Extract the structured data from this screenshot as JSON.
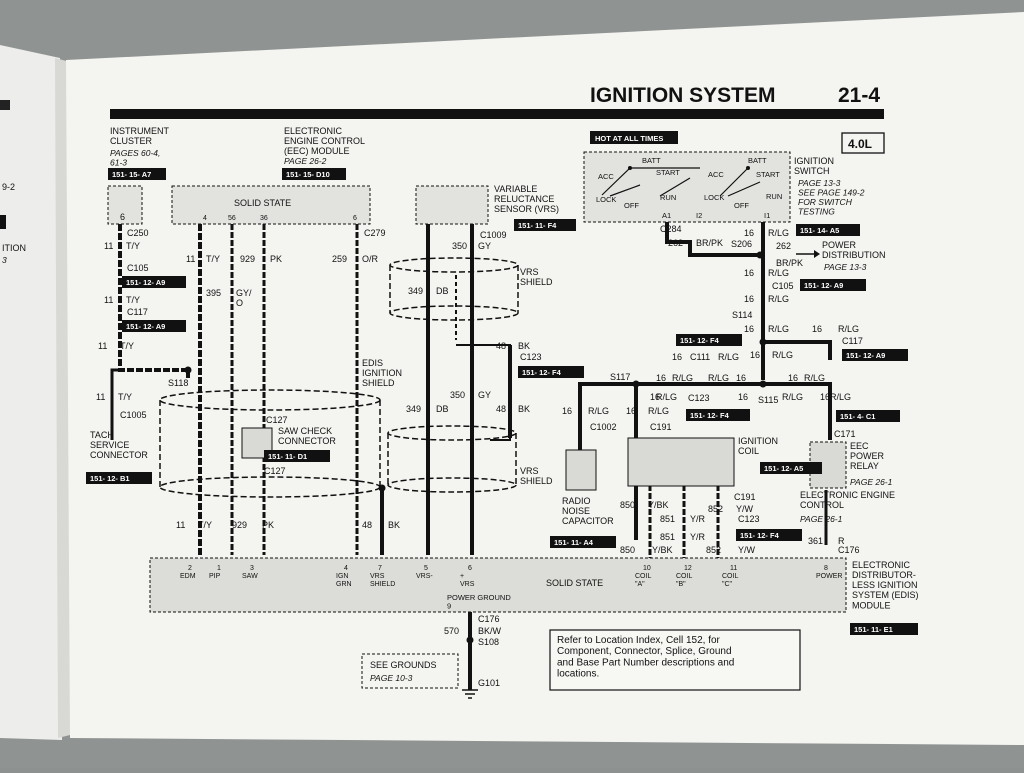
{
  "header": {
    "title": "IGNITION SYSTEM",
    "page": "21-4",
    "engine": "4.0L"
  },
  "hot_label": "HOT AT ALL TIMES",
  "components": {
    "instrument_cluster": {
      "name": "INSTRUMENT\nCLUSTER",
      "ref": "PAGES 60-4,\n61-3",
      "tag": "151- 15- A7"
    },
    "eec_module": {
      "name": "ELECTRONIC\nENGINE CONTROL\n(EEC) MODULE",
      "ref": "PAGE 26-2",
      "tag": "151- 15- D10",
      "body": "SOLID STATE"
    },
    "vrs": {
      "name": "VARIABLE\nRELUCTANCE\nSENSOR (VRS)",
      "tag": "151- 11- F4"
    },
    "ignition_switch": {
      "name": "IGNITION\nSWITCH",
      "ref": "PAGE 13-3\nSEE PAGE 149-2\nFOR SWITCH\nTESTING",
      "tag": "151- 14- A5"
    },
    "power_distribution": {
      "name": "POWER\nDISTRIBUTION",
      "ref": "PAGE 13-3"
    },
    "edis_module": {
      "name": "ELECTRONIC\nDISTRIBUTOR-\nLESS IGNITION\nSYSTEM (EDIS)\nMODULE",
      "tag": "151- 11- E1",
      "body": "SOLID STATE"
    },
    "ignition_coil": {
      "name": "IGNITION\nCOIL",
      "tag": "151- 12- A5"
    },
    "eec_power_relay": {
      "name": "EEC\nPOWER\nRELAY",
      "ref": "PAGE 26-1"
    },
    "eec_relay_sub": {
      "name": "ELECTRONIC ENGINE\nCONTROL",
      "ref": "PAGE 26-1"
    },
    "radio_cap": {
      "name": "RADIO\nNOISE\nCAPACITOR",
      "tag": "151- 11- A4"
    },
    "saw_connector": {
      "name": "SAW CHECK\nCONNECTOR",
      "tag": "151- 11- D1"
    },
    "tach_connector": {
      "name": "TACH\nSERVICE\nCONNECTOR",
      "tag": "151- 12- B1"
    },
    "edis_shield": {
      "name": "EDIS\nIGNITION\nSHIELD"
    },
    "vrs_shield_top": {
      "name": "VRS\nSHIELD"
    },
    "vrs_shield_bottom": {
      "name": "VRS\nSHIELD"
    }
  },
  "switch_labels": {
    "batt1": "BATT",
    "batt2": "BATT",
    "acc1": "ACC",
    "acc2": "ACC",
    "start1": "START",
    "start2": "START",
    "lock1": "LOCK",
    "lock2": "LOCK",
    "off1": "OFF",
    "off2": "OFF",
    "run1": "RUN",
    "run2": "RUN",
    "a1": "A1",
    "i2": "I2",
    "i1": "I1"
  },
  "connectors": {
    "c250": "C250",
    "c105a": "C105",
    "c117a": "C117",
    "s118": "S118",
    "c1005": "C1005",
    "c127a": "C127",
    "c127b": "C127",
    "c279": "C279",
    "c1009": "C1009",
    "c123a": "C123",
    "c284": "C284",
    "s206": "S206",
    "c105b": "C105",
    "s114": "S114",
    "c117b": "C117",
    "c111": "C111",
    "s117": "S117",
    "c123b": "C123",
    "s115": "S115",
    "c1002": "C1002",
    "c191a": "C191",
    "c191b": "C191",
    "c123c": "C123",
    "c171": "C171",
    "c176a": "C176",
    "c176b": "C176",
    "s108": "S108",
    "g101": "G101"
  },
  "tags": {
    "c105a": "151- 12- A9",
    "c117a": "151- 12- A9",
    "c123a": "151- 12- F4",
    "c105b": "151- 12- A9",
    "c111": "151- 12- F4",
    "c117b": "151- 12- A9",
    "c123b": "151- 12- F4",
    "s115": "151- 4- C1",
    "c123c": "151- 12- F4"
  },
  "pins_top": {
    "ic6": "6",
    "eec4": "4",
    "eec56": "56",
    "eec36": "36",
    "eec6": "6"
  },
  "edis_pins": [
    {
      "num": "2",
      "name": "EDM"
    },
    {
      "num": "1",
      "name": "PIP"
    },
    {
      "num": "3",
      "name": "SAW"
    },
    {
      "num": "4",
      "name": "IGN\nGRN"
    },
    {
      "num": "7",
      "name": "VRS\nSHIELD"
    },
    {
      "num": "5",
      "name": "VRS-"
    },
    {
      "num": "6",
      "name": "+\nVRS"
    },
    {
      "num": "10",
      "name": "COIL\n\"A\""
    },
    {
      "num": "12",
      "name": "COIL\n\"B\""
    },
    {
      "num": "11",
      "name": "COIL\n\"C\""
    },
    {
      "num": "8",
      "name": "POWER"
    }
  ],
  "power_ground": "POWER GROUND\n9",
  "wires": {
    "w11a": "11",
    "ty1": "T/Y",
    "w11b": "11",
    "ty2": "T/Y",
    "w11c": "11",
    "ty3": "T/Y",
    "w11d": "11",
    "ty4": "T/Y",
    "w11e": "11",
    "ty5": "T/Y",
    "w11f": "11",
    "ty6": "T/Y",
    "w395": "395",
    "gyo": "GY/\nO",
    "w929a": "929",
    "pk1": "PK",
    "w929b": "929",
    "pk2": "PK",
    "w259": "259",
    "or1": "O/R",
    "w350a": "350",
    "gy1": "GY",
    "w349a": "349",
    "db1": "DB",
    "w48a": "48",
    "bk1": "BK",
    "w349b": "349",
    "db2": "DB",
    "w350b": "350",
    "gy2": "GY",
    "w48b": "48",
    "bk2": "BK",
    "w48c": "48",
    "bk3": "BK",
    "w262a": "262",
    "brpk1": "BR/PK",
    "w16a": "16",
    "rlg1": "R/LG",
    "w262b": "262",
    "brpk2": "BR/PK",
    "w16b": "16",
    "rlg2": "R/LG",
    "w16c": "16",
    "rlg3": "R/LG",
    "w16d": "16",
    "rlg4": "R/LG",
    "w16e": "16",
    "rlg5": "R/LG",
    "w16f": "16",
    "rlg6": "R/LG",
    "w16g": "16",
    "rlg7": "R/LG",
    "w16h": "16",
    "rlg8": "R/LG",
    "w16i": "16",
    "rlg9": "R/LG",
    "w16j": "16",
    "rlg10": "R/LG",
    "w16k": "16",
    "rlg11": "R/LG",
    "w16l": "16",
    "rlg12": "R/LG",
    "w16m": "16",
    "rlg13": "R/LG",
    "w16n": "16",
    "rlg14": "R/LG",
    "w850a": "850",
    "ybk1": "Y/BK",
    "w851a": "851",
    "yr1": "Y/R",
    "w852a": "852",
    "yw1": "Y/W",
    "w850b": "850",
    "ybk2": "Y/BK",
    "w851b": "851",
    "yr2": "Y/R",
    "w852b": "852",
    "yw2": "Y/W",
    "w361": "361",
    "r1": "R",
    "w570": "570",
    "bkw": "BK/W"
  },
  "see_grounds": {
    "title": "SEE GROUNDS",
    "ref": "PAGE 10-3"
  },
  "note": "Refer to Location Index, Cell 152, for\nComponent, Connector, Splice, Ground\nand Base Part Number descriptions and\nlocations.",
  "left_page": {
    "frag1": "9-2",
    "frag2": "ITION",
    "frag3": "3"
  }
}
